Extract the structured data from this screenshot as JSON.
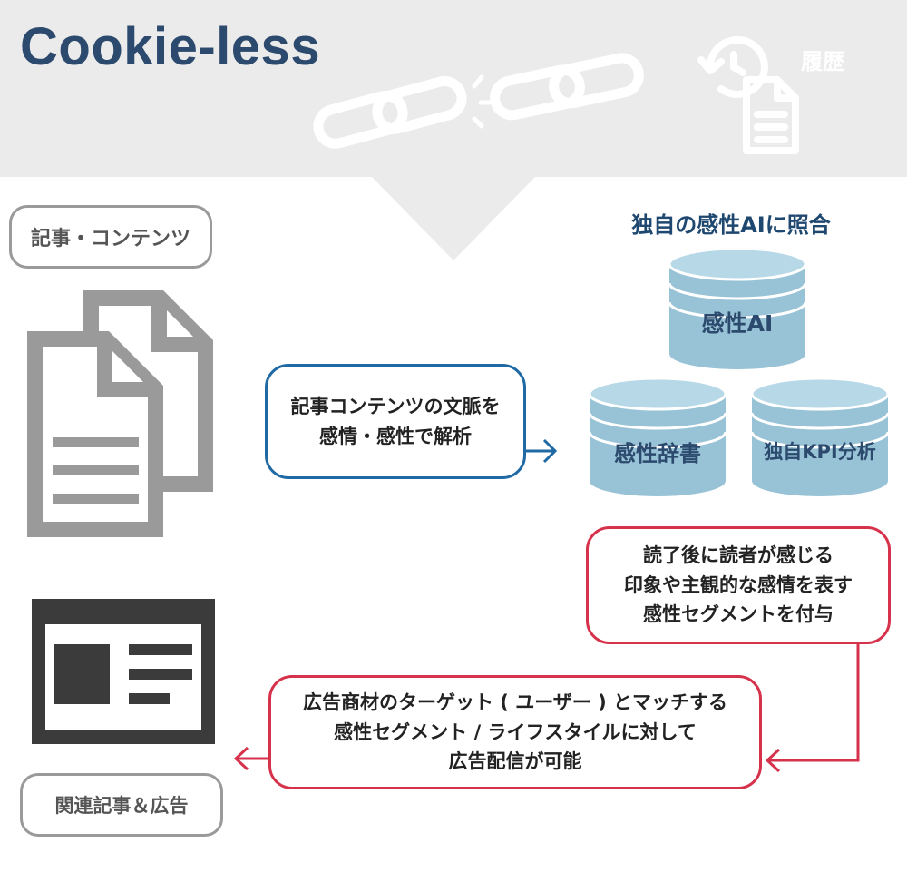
{
  "header": {
    "title": "Cookie-less",
    "history_label": "履歴",
    "icons": [
      "broken-chain-icon",
      "history-document-icon"
    ]
  },
  "left": {
    "contents_label": "記事・コンテンツ",
    "related_label": "関連記事＆広告",
    "icons": [
      "documents-icon",
      "webpage-layout-icon"
    ]
  },
  "analysis_box": {
    "lines": [
      "記事コンテンツの文脈を",
      "感情・感性で解析"
    ]
  },
  "database": {
    "title": "独自の感性AIに照合",
    "items": [
      "感性AI",
      "感性辞書",
      "独自KPI分析"
    ]
  },
  "segment_box": {
    "lines": [
      "読了後に読者が感じる",
      "印象や主観的な感情を表す",
      "感性セグメントを付与"
    ]
  },
  "ad_box": {
    "lines": [
      "広告商材のターゲット ( ユーザー ) とマッチする",
      "感性セグメント / ライフスタイルに対して",
      "広告配信が可能"
    ]
  },
  "colors": {
    "title": "#2c4a6e",
    "header_bg": "#ebebeb",
    "blue_border": "#1f6aa5",
    "red_border": "#d6324b",
    "cylinder": "#98c3d6",
    "icon_gray": "#9a9a9a",
    "icon_dark": "#3b3b3b"
  }
}
